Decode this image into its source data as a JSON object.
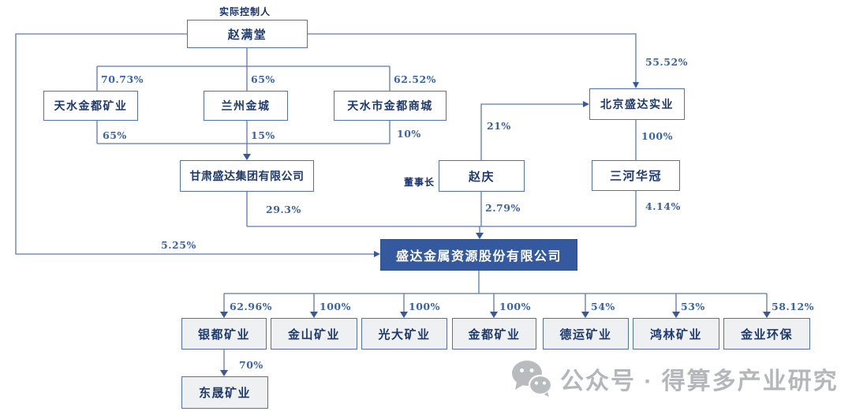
{
  "diagram": {
    "controller_tag": "实际控制人",
    "chairman_tag": "董事长",
    "nodes": {
      "zhaoMantang": "赵满堂",
      "tianshuiJinduMining": "天水金都矿业",
      "lanzhouJincheng": "兰州金城",
      "tianshuiJinduMall": "天水市金都商城",
      "beijingShengda": "北京盛达实业",
      "gansuShengda": "甘肃盛达集团有限公司",
      "zhaoQing": "赵庆",
      "sanheHuaguan": "三河华冠",
      "mainCompany": "盛达金属资源股份有限公司",
      "yinduMining": "银都矿业",
      "jinshanMining": "金山矿业",
      "guangdaMining": "光大矿业",
      "jinduMining": "金都矿业",
      "deyunMining": "德运矿业",
      "honglinMining": "鸿林矿业",
      "jinyeHuanbao": "金业环保",
      "dongshengMining": "东晟矿业"
    },
    "percentages": {
      "zmToTianshuiMining": "70.73%",
      "zmToLanzhou": "65%",
      "zmToMall": "62.52%",
      "zmToBeijing": "55.52%",
      "tianshuiMiningToGansu": "65%",
      "lanzhouToGansu": "15%",
      "mallToGansu": "10%",
      "zhaoQingToBeijing": "21%",
      "beijingToSanhe": "100%",
      "gansuToMain": "29.3%",
      "zhaoQingToMain": "2.79%",
      "sanheToMain": "4.14%",
      "zmToMain": "5.25%",
      "mainToYindu": "62.96%",
      "mainToJinshan": "100%",
      "mainToGuangda": "100%",
      "mainToJindu": "100%",
      "mainToDeyun": "54%",
      "mainToHonglin": "53%",
      "mainToJinye": "58.12%",
      "yinduToDongsheng": "70%"
    }
  },
  "watermark": {
    "icon": "wechat-icon",
    "text": "公众号 · 得算多产业研究"
  },
  "colors": {
    "line": "#5b7ab2",
    "box_border": "#4f74ad",
    "box_text": "#1d3a6e",
    "percent_text": "#3a62a8",
    "main_box_fill": "#35599e",
    "main_box_text": "#ffffff",
    "subsidiary_fill": "#eef0f1",
    "watermark_gray": "#b4b7ba"
  }
}
